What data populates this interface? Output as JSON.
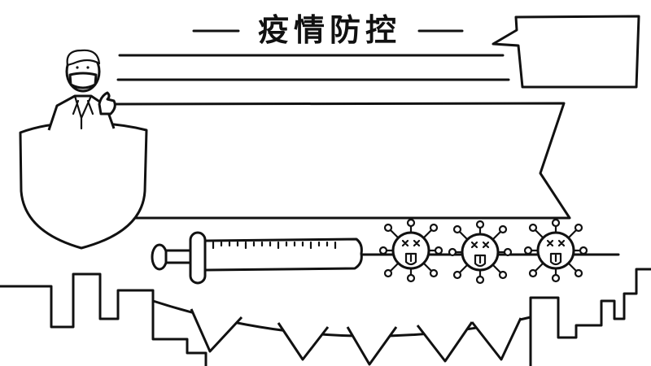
{
  "poster": {
    "title": "疫情防控",
    "theme": "epidemic prevention handwritten poster template",
    "line_color": "#111111",
    "background": "#ffffff"
  },
  "elements": {
    "doctor": "doctor-with-mask-thumbs-up",
    "shield": "blank-shield",
    "speech_bubble": "blank-speech-bubble",
    "writing_lines_count": 3,
    "banner": "blank-ribbon-banner",
    "syringe": "syringe",
    "viruses_count": 3,
    "bunting_flags_count": 6,
    "skyline": "city-skyline-outline"
  }
}
